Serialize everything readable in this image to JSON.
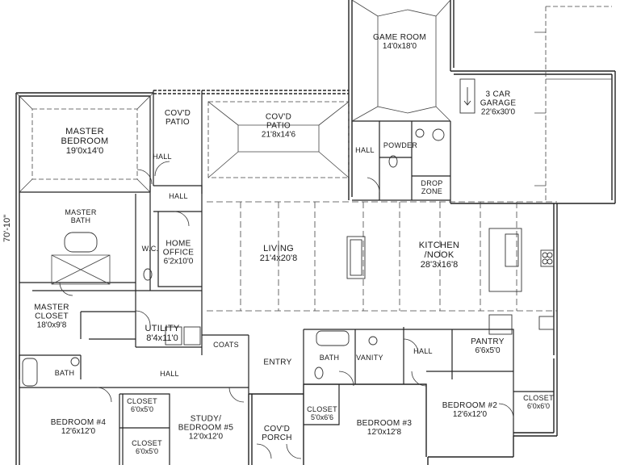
{
  "plan": {
    "overall_dimension": "70'-10\"",
    "rooms": [
      {
        "id": "game-room",
        "name": "GAME ROOM",
        "dim": "14'0x18'0"
      },
      {
        "id": "garage",
        "name": "3 CAR GARAGE",
        "dim": "22'6x30'0"
      },
      {
        "id": "covd-patio-left",
        "name": "COV'D PATIO",
        "dim": ""
      },
      {
        "id": "covd-patio-main",
        "name": "COV'D PATIO",
        "dim": "21'8x14'6"
      },
      {
        "id": "master-bedroom",
        "name": "MASTER BEDROOM",
        "dim": "19'0x14'0"
      },
      {
        "id": "hall-master",
        "name": "HALL",
        "dim": ""
      },
      {
        "id": "hall-game",
        "name": "HALL",
        "dim": ""
      },
      {
        "id": "powder",
        "name": "POWDER",
        "dim": ""
      },
      {
        "id": "drop-zone",
        "name": "DROP ZONE",
        "dim": ""
      },
      {
        "id": "hall-office",
        "name": "HALL",
        "dim": ""
      },
      {
        "id": "master-bath",
        "name": "MASTER BATH",
        "dim": ""
      },
      {
        "id": "wc",
        "name": "W.C.",
        "dim": ""
      },
      {
        "id": "home-office",
        "name": "HOME OFFICE",
        "dim": "6'2x10'0"
      },
      {
        "id": "living",
        "name": "LIVING",
        "dim": "21'4x20'8"
      },
      {
        "id": "kitchen",
        "name": "KITCHEN /NOOK",
        "dim": "28'3x16'8"
      },
      {
        "id": "master-closet",
        "name": "MASTER CLOSET",
        "dim": "18'0x9'8"
      },
      {
        "id": "utility",
        "name": "UTILITY",
        "dim": "8'4x11'0"
      },
      {
        "id": "coats",
        "name": "COATS",
        "dim": ""
      },
      {
        "id": "entry",
        "name": "ENTRY",
        "dim": ""
      },
      {
        "id": "bath-center",
        "name": "BATH",
        "dim": ""
      },
      {
        "id": "vanity",
        "name": "VANITY",
        "dim": ""
      },
      {
        "id": "hall-right",
        "name": "HALL",
        "dim": ""
      },
      {
        "id": "pantry",
        "name": "PANTRY",
        "dim": "6'6x5'0"
      },
      {
        "id": "bath-left",
        "name": "BATH",
        "dim": ""
      },
      {
        "id": "hall-bottom",
        "name": "HALL",
        "dim": ""
      },
      {
        "id": "bedroom-2",
        "name": "BEDROOM #2",
        "dim": "12'6x12'0"
      },
      {
        "id": "closet-right",
        "name": "CLOSET",
        "dim": "6'0x6'0"
      },
      {
        "id": "bedroom-4",
        "name": "BEDROOM #4",
        "dim": "12'6x12'0"
      },
      {
        "id": "closet-study-top",
        "name": "CLOSET",
        "dim": "6'0x5'0"
      },
      {
        "id": "closet-study-bottom",
        "name": "CLOSET",
        "dim": "6'0x5'0"
      },
      {
        "id": "study",
        "name": "STUDY/ BEDROOM #5",
        "dim": "12'0x12'0"
      },
      {
        "id": "covd-porch",
        "name": "COV'D PORCH",
        "dim": ""
      },
      {
        "id": "closet-bed3",
        "name": "CLOSET",
        "dim": "5'0x6'6"
      },
      {
        "id": "bedroom-3",
        "name": "BEDROOM #3",
        "dim": "12'0x12'8"
      }
    ]
  }
}
